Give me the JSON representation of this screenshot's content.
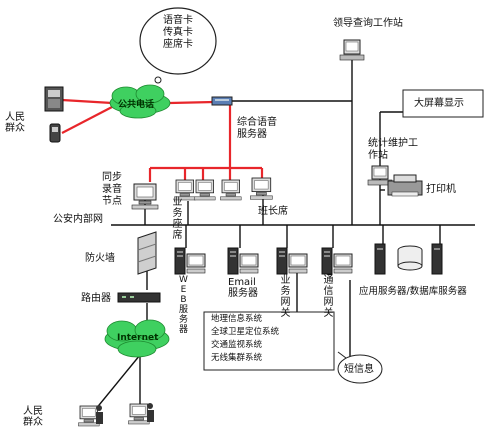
{
  "bubble": {
    "lines": [
      "语音卡",
      "传真卡",
      "座席卡"
    ]
  },
  "public_left": "人民群众",
  "public_bottom": "人民群众",
  "clouds": {
    "public_phone": "公共电话",
    "internet": "Internet"
  },
  "labels": {
    "leader_station": "领导查询工作站",
    "big_screen": "大屏幕显示",
    "voice_server": "综合语音服务器",
    "stats_station": "统计维护工作站",
    "printer": "打印机",
    "sync_recorder": "同步录音节点",
    "business_seat": "业务座席",
    "squad_leader_seat": "班长席",
    "police_intranet": "公安内部网",
    "firewall": "防火墙",
    "router": "路由器",
    "web_server": "WEB服务器",
    "email_server": "Email服务器",
    "business_gateway": "业务网关",
    "comm_gateway": "通信网关",
    "app_db_server": "应用服务器/数据库服务器",
    "sms": "短信息"
  },
  "systems": [
    "地理信息系统",
    "全球卫星定位系统",
    "交通监视系统",
    "无线集群系统"
  ],
  "colors": {
    "red_line": "#e8262b",
    "black_line": "#111111",
    "cloud_green": "#3fd060"
  }
}
